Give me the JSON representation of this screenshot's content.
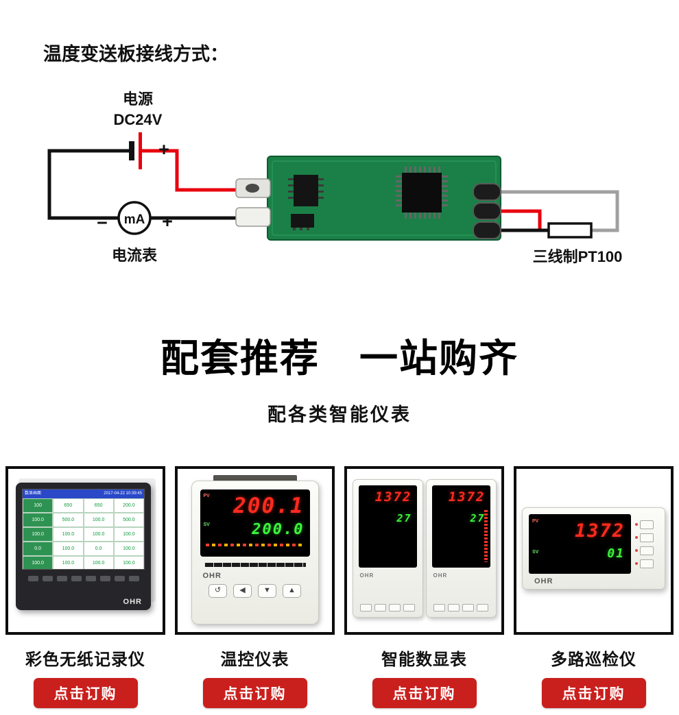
{
  "diagram": {
    "title": "温度变送板接线方式：",
    "power_line1": "电源",
    "power_line2": "DC24V",
    "battery_minus": "−",
    "battery_plus": "+",
    "ammeter_minus": "−",
    "ammeter_plus": "+",
    "ammeter_text": "mA",
    "ammeter_caption": "电流表",
    "pt100_caption": "三线制PT100",
    "wire_colors": {
      "positive": "#e8000d",
      "negative": "#111111",
      "sense": "#a0a0a0",
      "pcb_green": "#1b8047"
    }
  },
  "promo": {
    "heading": "配套推荐　一站购齐",
    "subheading": "配各类智能仪表"
  },
  "products": [
    {
      "name": "彩色无纸记录仪",
      "order_label": "点击订购",
      "brand": "OHR",
      "screen_header": "数显画面",
      "screen_time": "2017-04-22 10:39:45",
      "cells": [
        "100",
        "650",
        "650",
        "200.0",
        "100.0",
        "500.0",
        "100.0",
        "500.0",
        "100.0",
        "100.0",
        "100.0",
        "100.0",
        "0.0",
        "100.0",
        "0.0",
        "100.0",
        "100.0",
        "100.0",
        "100.0",
        "100.0"
      ]
    },
    {
      "name": "温控仪表",
      "order_label": "点击订购",
      "brand": "OHR",
      "pv_label": "PV",
      "sv_label": "SV",
      "pv": "200.1",
      "sv": "200.0",
      "keys": [
        "↺",
        "◀",
        "▼",
        "▲"
      ]
    },
    {
      "name": "智能数显表",
      "order_label": "点击订购",
      "brand": "OHR",
      "units": [
        {
          "pv": "1372",
          "sv": "27"
        },
        {
          "pv": "1372",
          "sv": "27"
        }
      ]
    },
    {
      "name": "多路巡检仪",
      "order_label": "点击订购",
      "brand": "OHR",
      "pv_label": "PV",
      "sv_label": "SV",
      "pv": "1372",
      "sv": "01"
    }
  ],
  "accent": {
    "button_red": "#c9201d",
    "display_red": "#ff2a1f",
    "display_green": "#3cf53c"
  }
}
